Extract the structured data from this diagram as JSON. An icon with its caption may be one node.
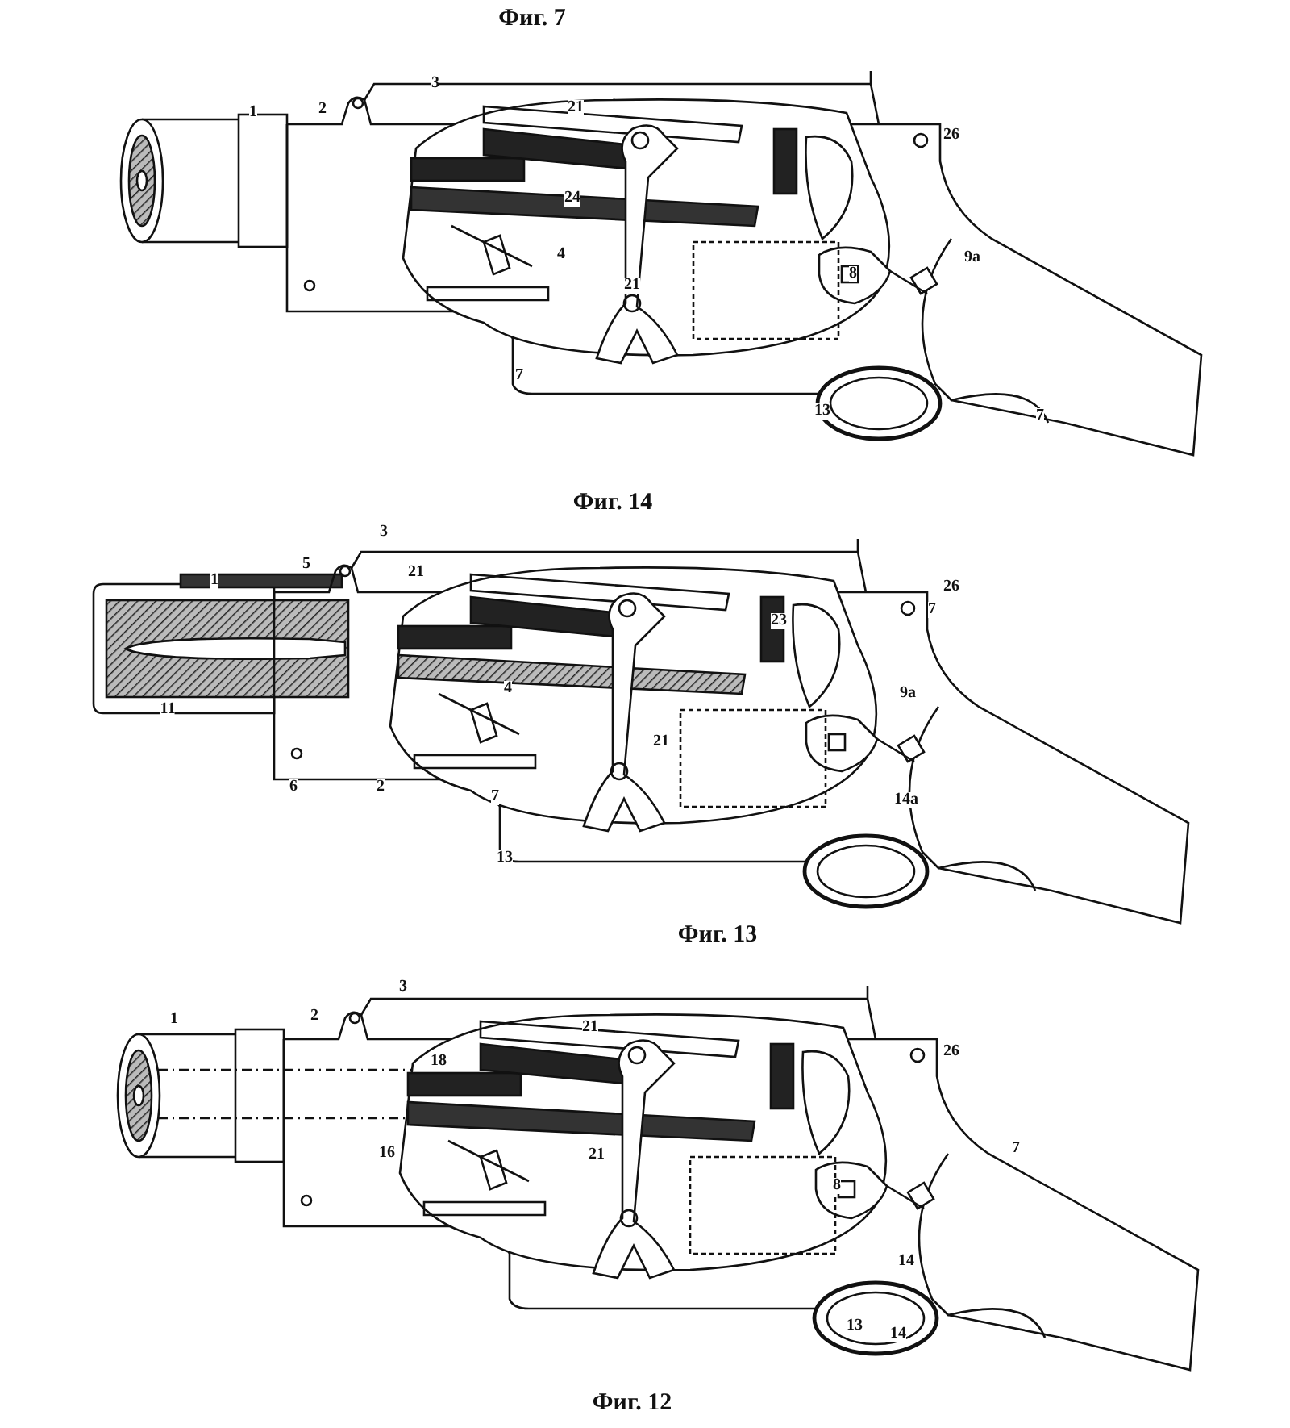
{
  "diagram": {
    "labels": [
      "Фиг. 7",
      "1",
      "2",
      "3",
      "21",
      "26",
      "24",
      "4",
      "21",
      "9a",
      "8",
      "7",
      "13",
      "7",
      "Фиг. 14",
      "3",
      "1",
      "5",
      "21",
      "26",
      "7",
      "23",
      "9a",
      "4",
      "21",
      "6",
      "2",
      "7",
      "13",
      "14a",
      "11",
      "Фиг. 13",
      "3",
      "1",
      "2",
      "21",
      "18",
      "26",
      "16",
      "7",
      "21",
      "14",
      "13",
      "14",
      "8",
      "Фиг. 12"
    ]
  }
}
